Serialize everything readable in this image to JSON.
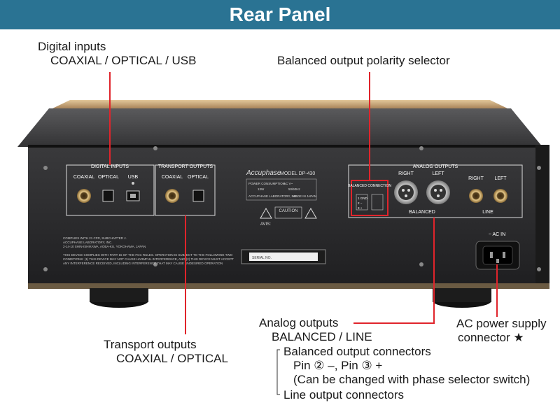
{
  "title": "Rear Panel",
  "callouts": {
    "digital_inputs": {
      "line1": "Digital inputs",
      "line2": "COAXIAL / OPTICAL / USB"
    },
    "polarity_selector": {
      "line1": "Balanced output polarity selector"
    },
    "analog_outputs": {
      "line1": "Analog outputs",
      "line2": "BALANCED / LINE"
    },
    "ac_power": {
      "line1": "AC power supply",
      "line2": "connector ★"
    },
    "transport_outputs": {
      "line1": "Transport outputs",
      "line2": "COAXIAL / OPTICAL"
    },
    "balanced_connectors": {
      "line1": "Balanced output connectors",
      "line2": "Pin ② –, Pin ③ +",
      "line3": "(Can be changed with phase selector switch)"
    },
    "line_connectors": {
      "line1": "Line output connectors"
    }
  },
  "panel": {
    "digital_inputs": "DIGITAL INPUTS",
    "coaxial": "COAXIAL",
    "optical": "OPTICAL",
    "usb": "USB",
    "transport_outputs": "TRANSPORT OUTPUTS",
    "brand": "Accuphase",
    "model": "MODEL DP-430",
    "power_consumption": "POWER CONSUMPTION",
    "power_value": "13W",
    "ac_label": "AC  V~",
    "freq": "50/60Hz",
    "maker": "ACCUPHASE LABORATORY, INC.",
    "made_in": "MADE IN JAPAN",
    "caution": "CAUTION",
    "avis": "AVIS:",
    "analog_outputs": "ANALOG OUTPUTS",
    "right": "RIGHT",
    "left": "LEFT",
    "balanced": "BALANCED",
    "line": "LINE",
    "balanced_connection": "BALANCED CONNECTION",
    "pin_gnd": "1 GND",
    "pin2": "2 −",
    "pin3": "3 +",
    "ac_in": "~ AC IN",
    "serial_no": "SERIAL NO.",
    "compliance1": "COMPLIES WITH 21 CFR, SUBCHAPTER J.",
    "compliance2": "ACCUPHASE LABORATORY, INC.",
    "compliance3": "2-14-10 SHIN-ISHIKAWA, AOBA-KU, YOKOHAMA, JAPAN",
    "fcc1": "THIS DEVICE COMPLIES WITH PART 15 OF THE FCC RULES. OPERATION IS SUBJECT TO THE FOLLOWING TWO",
    "fcc2": "CONDITIONS: (1) THIS DEVICE MAY NOT CAUSE HARMFUL INTERFERENCE, AND (2) THIS DEVICE MUST ACCEPT",
    "fcc3": "ANY INTERFERENCE RECEIVED, INCLUDING INTERFERENCE THAT MAY CAUSE UNDESIRED OPERATION"
  },
  "colors": {
    "title_bar": "#2a7393",
    "callout_line": "#e0242b",
    "chassis": "#2b2b2d",
    "gold": "#c9a76d"
  }
}
